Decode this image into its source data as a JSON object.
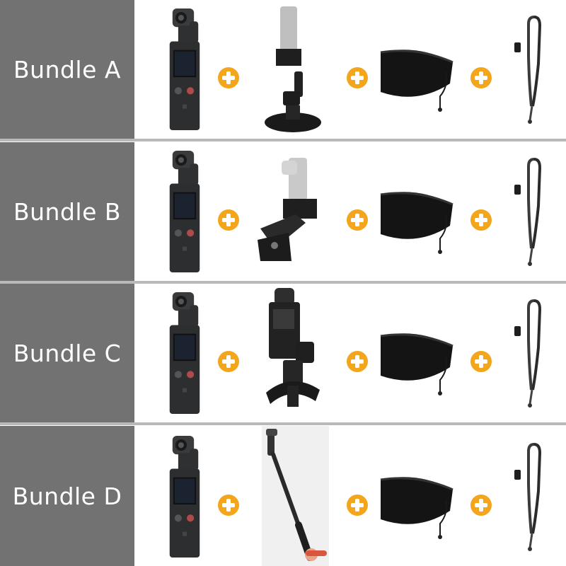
{
  "bundles": [
    {
      "label": "Bundle A",
      "accessory": "suction-cup-mount"
    },
    {
      "label": "Bundle B",
      "accessory": "backpack-clip-mount"
    },
    {
      "label": "Bundle C",
      "accessory": "bike-handlebar-mount"
    },
    {
      "label": "Bundle D",
      "accessory": "selfie-stick"
    }
  ],
  "colors": {
    "label_bg": "#727272",
    "separator": "#b9b9b9",
    "plus": "#f3a61b",
    "product": "#2d2e30"
  },
  "icons": [
    "gimbal-camera-icon",
    "plus-icon",
    "storage-pouch-icon",
    "wrist-strap-icon"
  ]
}
